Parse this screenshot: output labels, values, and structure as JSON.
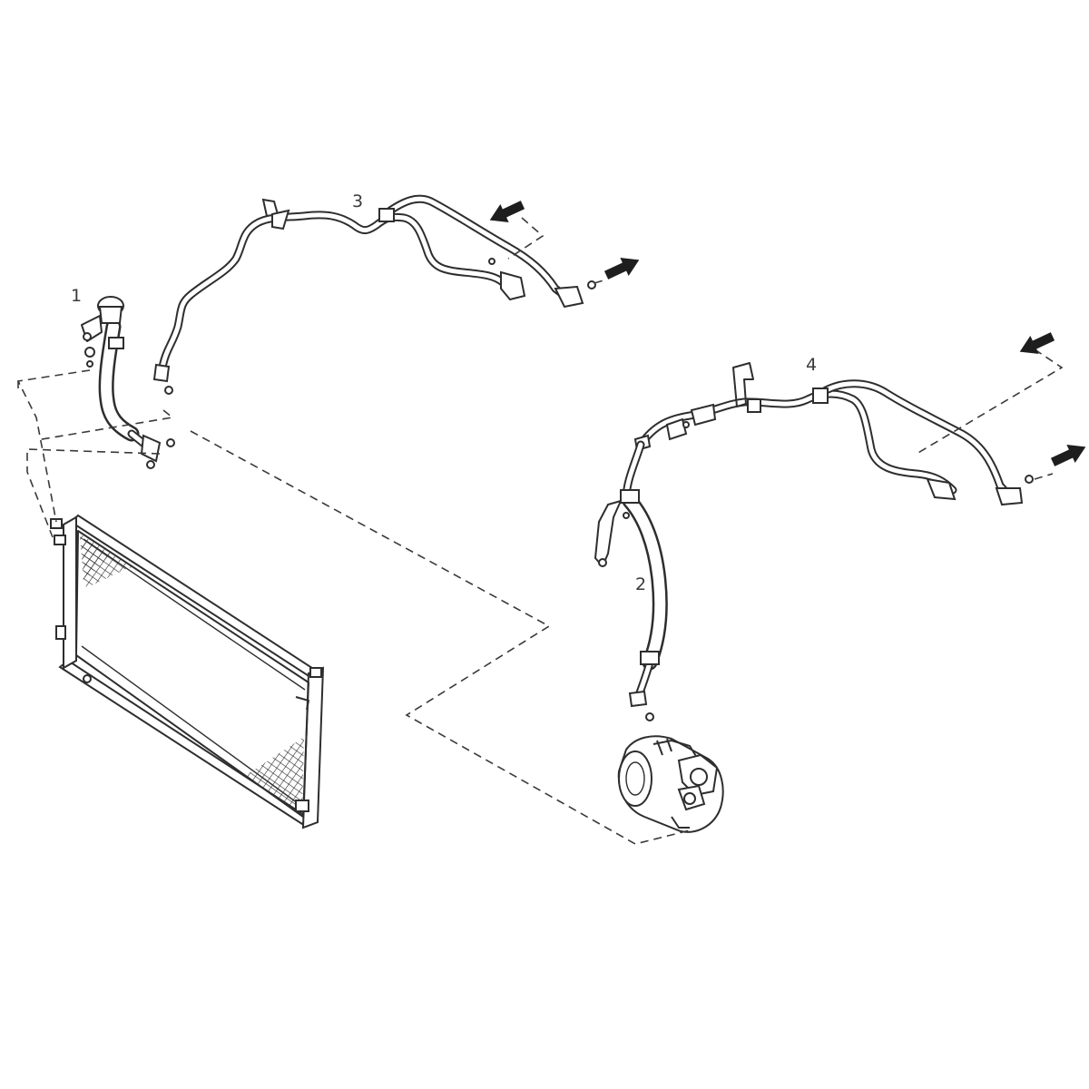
{
  "callouts": {
    "part_1": "1",
    "part_2": "2",
    "part_3": "3",
    "part_4": "4"
  },
  "colors": {
    "line": "#2e2e2e",
    "background": "#ffffff",
    "arrow": "#1e1e1e"
  },
  "icons": {
    "flow_arrow": "arrow-right-icon",
    "flow_arrow_up": "arrow-up-left-icon"
  }
}
